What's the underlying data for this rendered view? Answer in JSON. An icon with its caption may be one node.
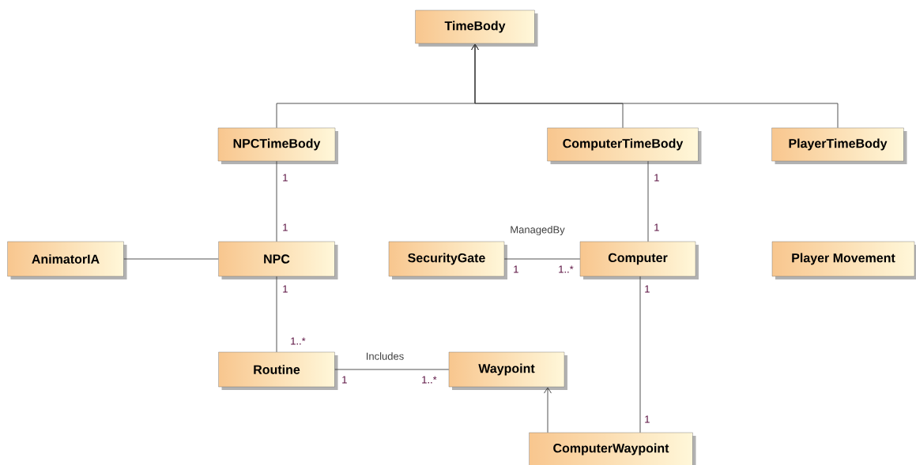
{
  "diagram": {
    "nodes": [
      {
        "text": [
          "TimeBody"
        ]
      },
      {
        "text": [
          "NPCTimeBody"
        ]
      },
      {
        "text": [
          "ComputerTimeBody"
        ]
      },
      {
        "text": [
          "PlayerTimeBody"
        ]
      },
      {
        "text": [
          "AnimatorIA"
        ]
      },
      {
        "text": [
          "NPC"
        ]
      },
      {
        "text": [
          "SecurityGate"
        ]
      },
      {
        "text": [
          "Computer"
        ]
      },
      {
        "text": [
          "Player Movement"
        ]
      },
      {
        "text": [
          "Routine"
        ]
      },
      {
        "text": [
          "Waypoint"
        ]
      },
      {
        "text": [
          "ComputerWaypoint"
        ]
      }
    ],
    "edges": [
      {
        "from": 1,
        "to": 0,
        "arrow": "to"
      },
      {
        "from": 2,
        "to": 0,
        "arrow": "to"
      },
      {
        "from": 3,
        "to": 0,
        "arrow": "to"
      },
      {
        "from": 1,
        "to": 5,
        "arrow": "none"
      },
      {
        "from": 4,
        "to": 5,
        "arrow": "none"
      },
      {
        "from": 2,
        "to": 7,
        "arrow": "none"
      },
      {
        "from": 6,
        "to": 7,
        "arrow": "none",
        "label": "ManagedBy"
      },
      {
        "from": 5,
        "to": 9,
        "arrow": "none"
      },
      {
        "from": 9,
        "to": 10,
        "arrow": "none",
        "label": "Includes"
      },
      {
        "from": 7,
        "to": 11,
        "arrow": "none"
      },
      {
        "from": 11,
        "to": 10,
        "arrow": "to"
      }
    ],
    "labels": [
      "1",
      "1",
      "1",
      "1",
      "1",
      "1..*",
      "1",
      "1",
      "1..*",
      "1",
      "1..*",
      "1"
    ]
  }
}
